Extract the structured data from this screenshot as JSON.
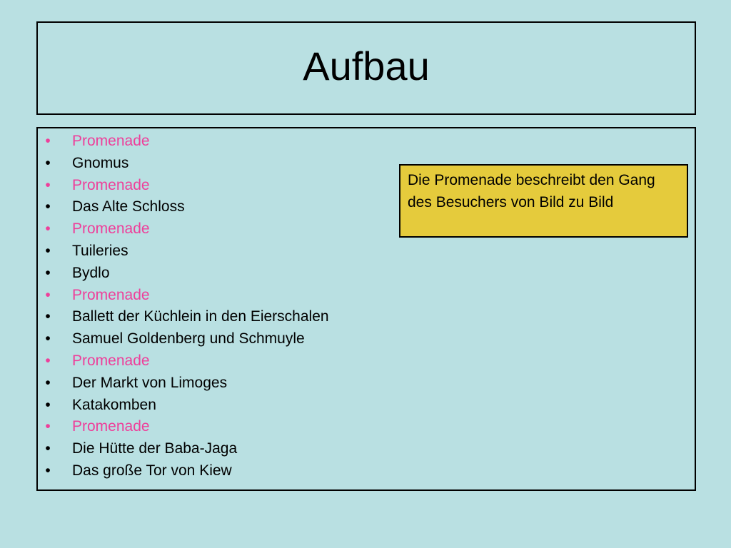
{
  "slide": {
    "title": "Aufbau",
    "items": [
      {
        "text": "Promenade",
        "highlight": true
      },
      {
        "text": "Gnomus",
        "highlight": false
      },
      {
        "text": "Promenade",
        "highlight": true
      },
      {
        "text": "Das Alte Schloss",
        "highlight": false
      },
      {
        "text": "Promenade",
        "highlight": true
      },
      {
        "text": "Tuileries",
        "highlight": false
      },
      {
        "text": "Bydlo",
        "highlight": false
      },
      {
        "text": "Promenade",
        "highlight": true
      },
      {
        "text": "Ballett der Küchlein in den Eierschalen",
        "highlight": false
      },
      {
        "text": "Samuel Goldenberg und Schmuyle",
        "highlight": false
      },
      {
        "text": "Promenade",
        "highlight": true
      },
      {
        "text": "Der Markt von Limoges",
        "highlight": false
      },
      {
        "text": "Katakomben",
        "highlight": false
      },
      {
        "text": "Promenade",
        "highlight": true
      },
      {
        "text": "Die Hütte der Baba-Jaga",
        "highlight": false
      },
      {
        "text": "Das große Tor von Kiew",
        "highlight": false
      }
    ],
    "bullet_glyph": "•",
    "note": "Die Promenade beschreibt den Gang des Besuchers von Bild zu Bild"
  },
  "colors": {
    "background": "#b9e0e2",
    "highlight_text": "#ee3f9a",
    "normal_text": "#000000",
    "note_background": "#e5cb3c",
    "border": "#000000"
  }
}
